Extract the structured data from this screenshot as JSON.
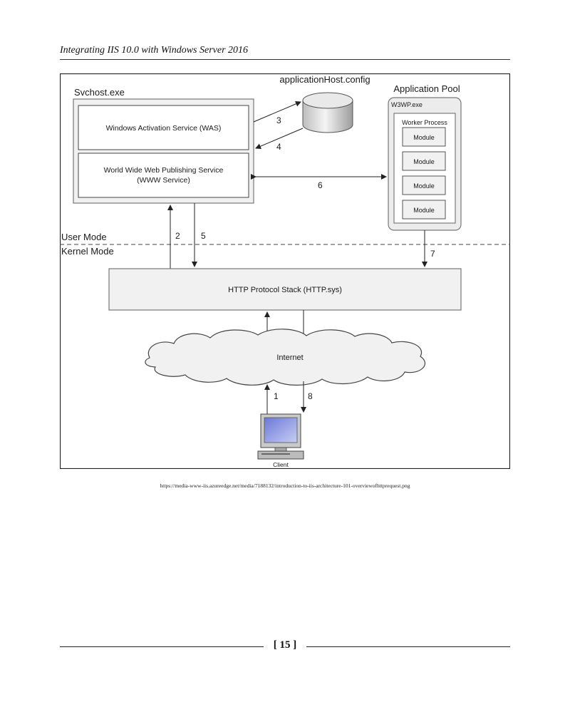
{
  "header": {
    "title": "Integrating IIS 10.0 with Windows Server 2016"
  },
  "diagram": {
    "svchost": "Svchost.exe",
    "was": "Windows Activation Service (WAS)",
    "www_line1": "World Wide Web Publishing Service",
    "www_line2": "(WWW Service)",
    "app_host_config": "applicationHost.config",
    "app_pool": "Application Pool",
    "w3wp": "W3WP.exe",
    "worker_process": "Worker Process",
    "modules": [
      "Module",
      "Module",
      "Module",
      "Module"
    ],
    "user_mode": "User Mode",
    "kernel_mode": "Kernel Mode",
    "http_stack": "HTTP Protocol Stack (HTTP.sys)",
    "internet": "Internet",
    "client": "Client",
    "steps": [
      "1",
      "2",
      "3",
      "4",
      "5",
      "6",
      "7",
      "8"
    ]
  },
  "caption": "https://media-www-iis.azureedge.net/media/7188132/introduction-to-iis-architecture-101-overviewofhttprequest.png",
  "footer": {
    "page_number": "[ 15 ]"
  }
}
